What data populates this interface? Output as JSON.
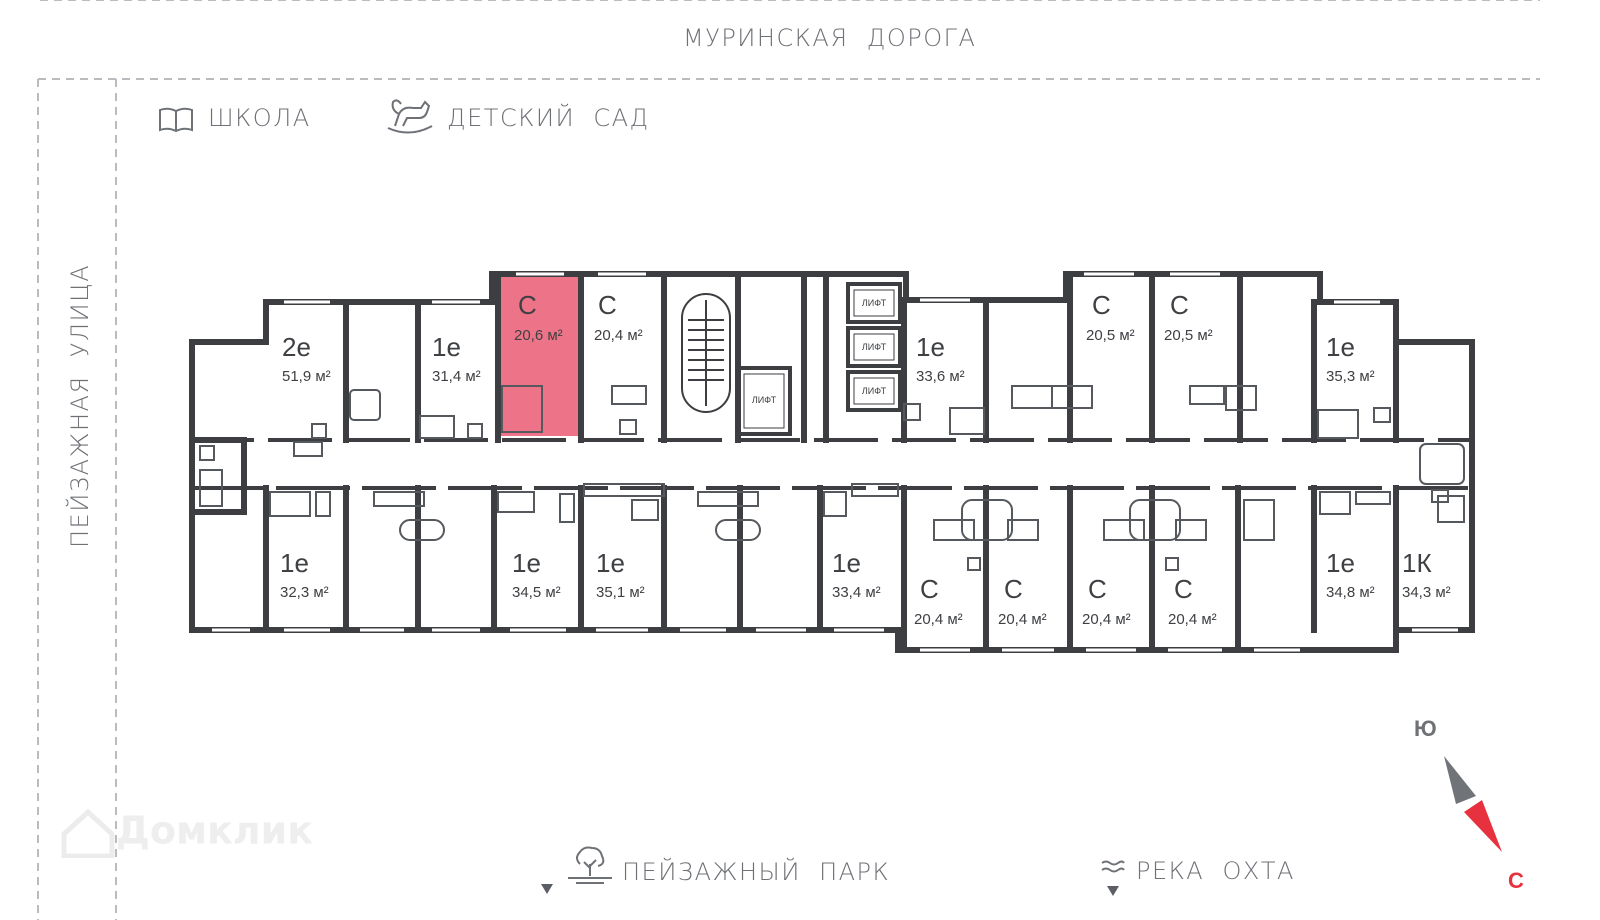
{
  "streets": {
    "top": "МУРИНСКАЯ  ДОРОГА",
    "left": "ПЕЙЗАЖНАЯ  УЛИЦА"
  },
  "landmarks": {
    "school": "ШКОЛА",
    "kindergarten": "ДЕТСКИЙ  САД",
    "park": "ПЕЙЗАЖНЫЙ  ПАРК",
    "river": "РЕКА  ОХТА"
  },
  "lifts": [
    "ЛИФТ",
    "ЛИФТ",
    "ЛИФТ",
    "ЛИФТ"
  ],
  "compass": {
    "south": "Ю",
    "north": "С"
  },
  "watermark": "Домклик",
  "highlight_color": "#e9516a",
  "apartments": [
    {
      "type": "2е",
      "area": "51,9 м²",
      "selected": false
    },
    {
      "type": "1е",
      "area": "31,4 м²",
      "selected": false
    },
    {
      "type": "С",
      "area": "20,6 м²",
      "selected": true
    },
    {
      "type": "С",
      "area": "20,4 м²",
      "selected": false
    },
    {
      "type": "1е",
      "area": "33,6 м²",
      "selected": false
    },
    {
      "type": "С",
      "area": "20,5 м²",
      "selected": false
    },
    {
      "type": "С",
      "area": "20,5 м²",
      "selected": false
    },
    {
      "type": "1е",
      "area": "35,3 м²",
      "selected": false
    },
    {
      "type": "1е",
      "area": "32,3 м²",
      "selected": false
    },
    {
      "type": "1е",
      "area": "34,5 м²",
      "selected": false
    },
    {
      "type": "1е",
      "area": "35,1 м²",
      "selected": false
    },
    {
      "type": "1е",
      "area": "33,4 м²",
      "selected": false
    },
    {
      "type": "С",
      "area": "20,4 м²",
      "selected": false
    },
    {
      "type": "С",
      "area": "20,4 м²",
      "selected": false
    },
    {
      "type": "С",
      "area": "20,4 м²",
      "selected": false
    },
    {
      "type": "С",
      "area": "20,4 м²",
      "selected": false
    },
    {
      "type": "1е",
      "area": "34,8 м²",
      "selected": false
    },
    {
      "type": "1К",
      "area": "34,3 м²",
      "selected": false
    }
  ]
}
